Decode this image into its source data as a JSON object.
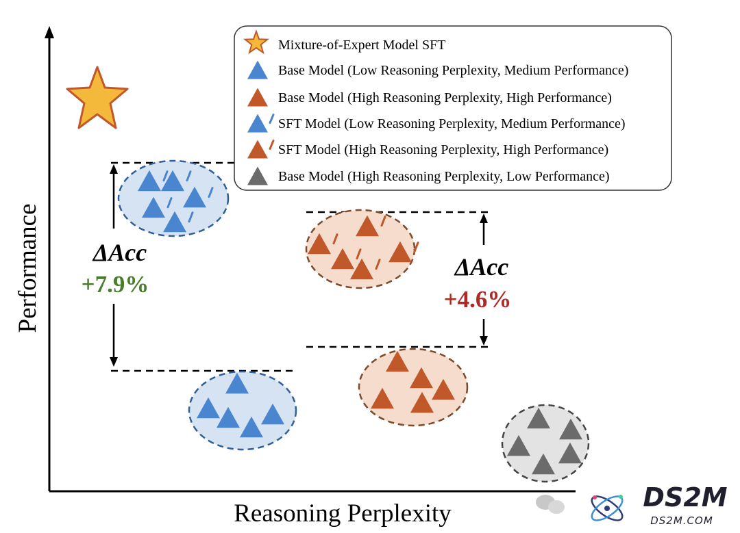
{
  "axes": {
    "x_label": "Reasoning Perplexity",
    "y_label": "Performance"
  },
  "legend": {
    "entries": [
      {
        "marker": "star",
        "label": "Mixture-of-Expert Model SFT"
      },
      {
        "marker": "triangle-blue",
        "label": "Base Model (Low Reasoning Perplexity, Medium Performance)"
      },
      {
        "marker": "triangle-orange",
        "label": "Base Model (High Reasoning Perplexity, High Performance)"
      },
      {
        "marker": "triangle-blue-prime",
        "label": "SFT Model (Low Reasoning Perplexity, Medium Performance)"
      },
      {
        "marker": "triangle-orange-prime",
        "label": "SFT Model (High Reasoning Perplexity, High Performance)"
      },
      {
        "marker": "triangle-gray",
        "label": "Base Model (High Reasoning Perplexity, Low Performance)"
      }
    ]
  },
  "annotations": {
    "left": {
      "delta": "ΔAcc",
      "value": "+7.9%",
      "value_color": "#4a7d2e"
    },
    "right": {
      "delta": "ΔAcc",
      "value": "+4.6%",
      "value_color": "#b02a25"
    }
  },
  "watermark": {
    "text": "DS2M",
    "subtext": "DS2M.COM"
  },
  "colors": {
    "blue": "#4a86cf",
    "blue_fill": "#d6e3f3",
    "orange": "#c0582a",
    "orange_fill": "#f6dccd",
    "gray": "#6b6b6b",
    "gray_fill": "#e3e3e3",
    "star_fill": "#f4b93a",
    "star_stroke": "#c0582a"
  }
}
